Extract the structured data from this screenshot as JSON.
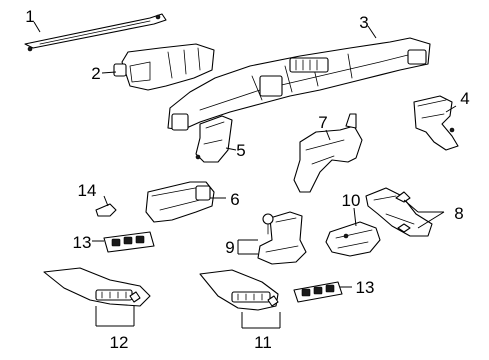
{
  "diagram": {
    "callouts": {
      "c1": "1",
      "c2": "2",
      "c3": "3",
      "c4": "4",
      "c5": "5",
      "c6": "6",
      "c7": "7",
      "c8": "8",
      "c9": "9",
      "c10": "10",
      "c11": "11",
      "c12": "12",
      "c13a": "13",
      "c13b": "13",
      "c14": "14"
    }
  }
}
